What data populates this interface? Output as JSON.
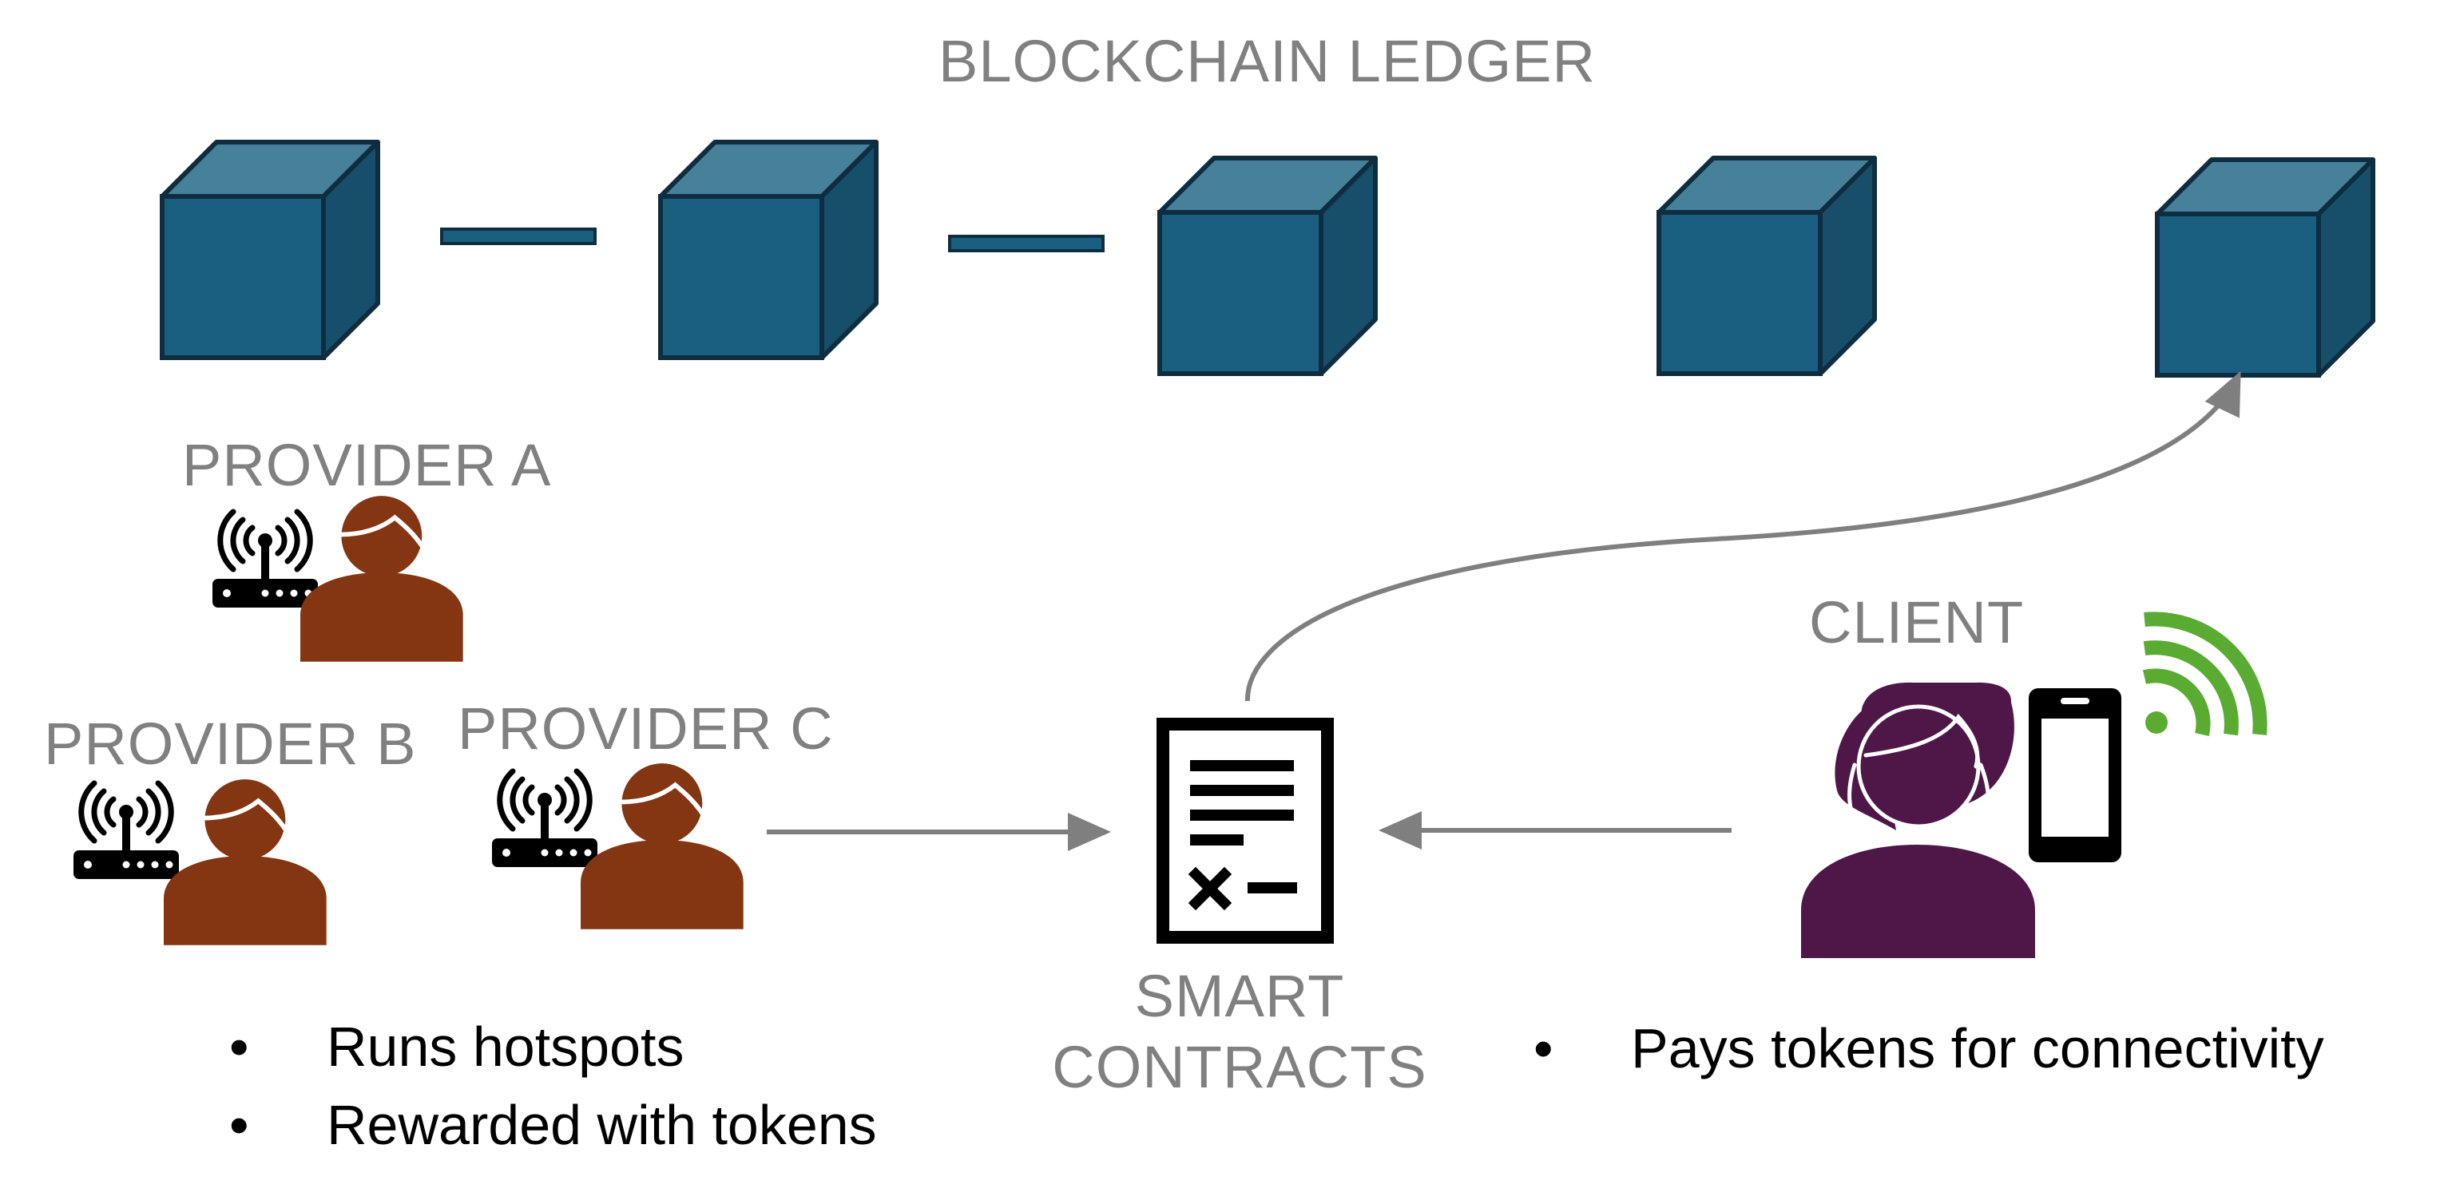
{
  "title": "BLOCKCHAIN LEDGER",
  "providers": [
    {
      "label": "PROVIDER A"
    },
    {
      "label": "PROVIDER B"
    },
    {
      "label": "PROVIDER C"
    }
  ],
  "client": {
    "label": "CLIENT"
  },
  "smart_contracts": {
    "line1": "SMART",
    "line2": "CONTRACTS"
  },
  "provider_bullets": [
    "Runs hotspots",
    "Rewarded with tokens"
  ],
  "client_bullets": [
    "Pays tokens for connectivity"
  ],
  "colors": {
    "block_front": "#1b5f80",
    "block_top": "#468099",
    "block_side": "#174f6b",
    "block_edge": "#0e2d40",
    "provider": "#843511",
    "client": "#4f1748",
    "wifi_green": "#5aab32",
    "label_gray": "#808080",
    "arrow_gray": "#7f7f7f"
  },
  "icons": [
    "blockchain-block-icon",
    "router-icon",
    "person-icon",
    "contract-document-icon",
    "smartphone-icon",
    "wifi-signal-icon"
  ]
}
